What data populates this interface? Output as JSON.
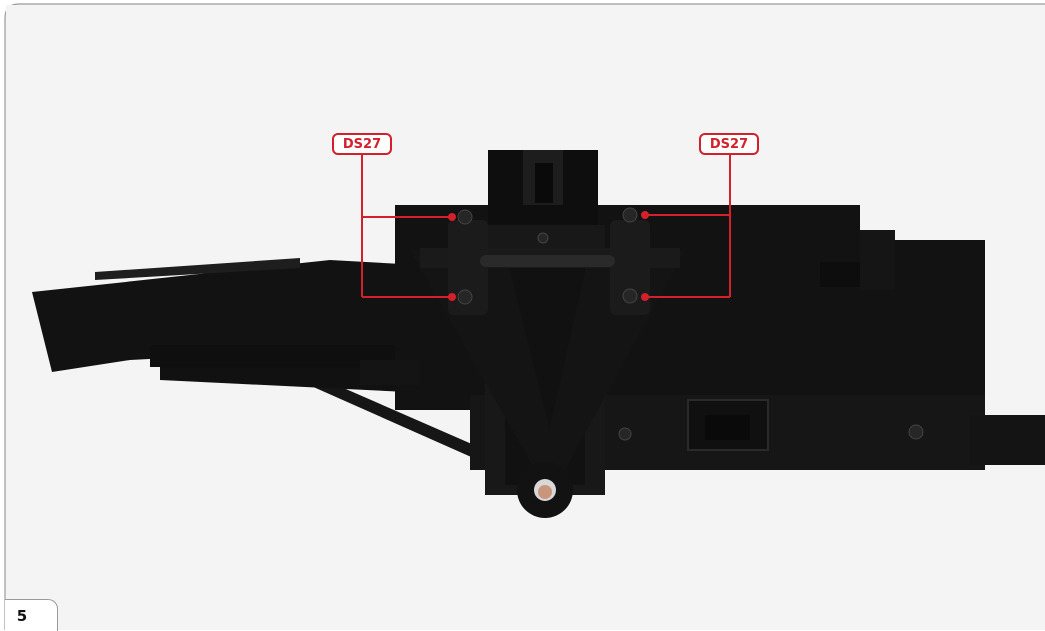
{
  "step": {
    "number": "5"
  },
  "callouts": [
    {
      "part_code": "DS27"
    },
    {
      "part_code": "DS27"
    }
  ],
  "colors": {
    "accent": "#d3202a",
    "part_body": "#151515",
    "background": "#f2f2f2",
    "frame_border": "#9a9a9a"
  }
}
